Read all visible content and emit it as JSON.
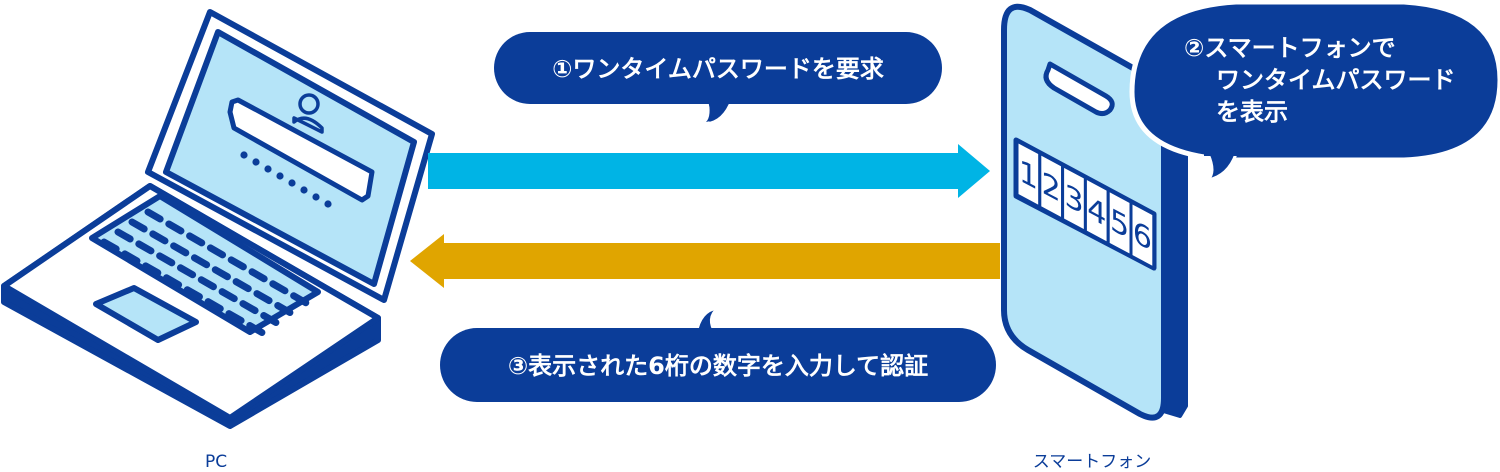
{
  "colors": {
    "navy": "#0b3d99",
    "light_blue": "#b5e4f8",
    "cyan_arrow": "#00b4e5",
    "gold_arrow": "#e0a500",
    "white": "#ffffff"
  },
  "devices": {
    "pc_label": "PC",
    "phone_label": "スマートフォン",
    "password_digits": [
      "1",
      "2",
      "3",
      "4",
      "5",
      "6"
    ]
  },
  "steps": [
    {
      "lines": [
        "①ワンタイムパスワードを要求"
      ]
    },
    {
      "lines": [
        "②スマートフォンで",
        "ワンタイムパスワード",
        "を表示"
      ]
    },
    {
      "lines": [
        "③表示された6桁の数字を入力して認証"
      ]
    }
  ],
  "icons": {
    "laptop": "laptop-icon",
    "user": "user-icon",
    "smartphone": "smartphone-icon"
  }
}
